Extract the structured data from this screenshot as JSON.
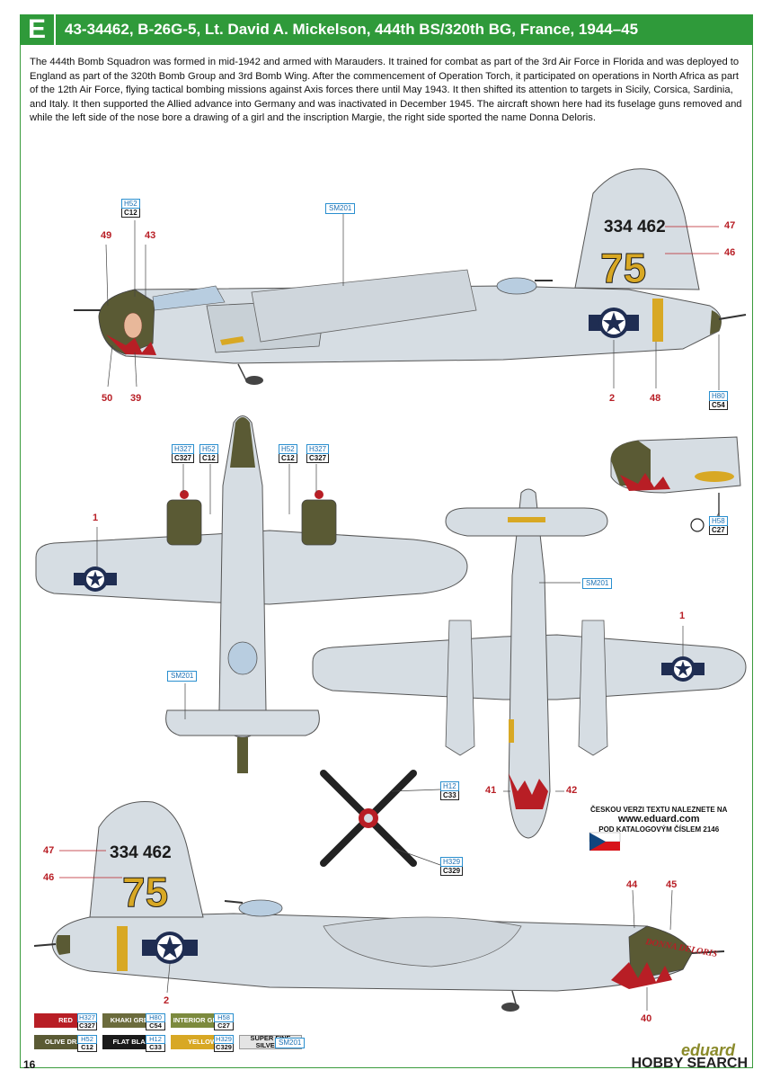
{
  "header": {
    "letter": "E",
    "title": "43-34462, B-26G-5, Lt. David A. Mickelson, 444th BS/320th BG, France, 1944–45"
  },
  "description": "The 444th Bomb Squadron was formed in mid-1942 and armed with Marauders. It trained for combat as part of the 3rd Air Force in Florida and was deployed to England as part of the 320th Bomb Group and 3rd Bomb Wing. After the commencement of Operation Torch, it participated on operations in North Africa as part of the 12th Air Force, flying tactical bombing missions against Axis forces there until May 1943. It then shifted its attention to targets in Sicily, Corsica, Sardinia, and Italy. It then supported the Allied advance into Germany and was inactivated in December 1945. The aircraft shown here had its fuselage guns removed and while the left side of the nose bore a drawing of a girl and the inscription Margie, the right side sported the name Donna Deloris.",
  "colors": {
    "header_green": "#2f9a3a",
    "aircraft_silver": "#d6dde3",
    "olive_drab": "#5a5a34",
    "yellow": "#d8a824",
    "red": "#b81e25",
    "insignia_blue": "#1f2d52"
  },
  "codes": {
    "c1": {
      "h": "H52",
      "c": "C12"
    },
    "c2": {
      "h": "H80",
      "c": "C54"
    },
    "c3": {
      "h": "H327",
      "c": "C327"
    },
    "c4": {
      "h": "H52",
      "c": "C12"
    },
    "c5": {
      "h": "H52",
      "c": "C12"
    },
    "c6": {
      "h": "H327",
      "c": "C327"
    },
    "c7": {
      "h": "H58",
      "c": "C27"
    },
    "c8": {
      "h": "H12",
      "c": "C33"
    },
    "c9": {
      "h": "H329",
      "c": "C329"
    },
    "sm": "SM201"
  },
  "callouts": {
    "n49": "49",
    "n43": "43",
    "n47": "47",
    "n46": "46",
    "n50": "50",
    "n39": "39",
    "n2": "2",
    "n48": "48",
    "n1a": "1",
    "n1b": "1",
    "n41": "41",
    "n42": "42",
    "n47b": "47",
    "n46b": "46",
    "n44": "44",
    "n45": "45",
    "n2b": "2",
    "n40": "40"
  },
  "aircraft_marks": {
    "serial": "334 462",
    "code": "75",
    "nose_name": "DONNA DELORIS"
  },
  "czech": {
    "line1": "ČESKOU VERZI TEXTU NALEZNETE NA",
    "url": "www.eduard.com",
    "line3": "POD KATALOGOVÝM ČÍSLEM 2146"
  },
  "legend": [
    {
      "name": "RED",
      "h": "H327",
      "c": "C327",
      "color": "#b81e25"
    },
    {
      "name": "KHAKI GREEN",
      "h": "H80",
      "c": "C54",
      "color": "#6b6b3c"
    },
    {
      "name": "INTERIOR GREEN",
      "h": "H58",
      "c": "C27",
      "color": "#7c8a3e"
    },
    {
      "name": "OLIVE DRAB",
      "h": "H52",
      "c": "C12",
      "color": "#5a5a34"
    },
    {
      "name": "FLAT BLACK",
      "h": "H12",
      "c": "C33",
      "color": "#1a1a1a"
    },
    {
      "name": "YELLOW",
      "h": "H329",
      "c": "C329",
      "color": "#d8a824"
    },
    {
      "name": "SUPER FINE SILVER 2",
      "h": "",
      "c": "",
      "sm": "SM201",
      "color": "#e4e4e4"
    }
  ],
  "page_number": "16",
  "brand": "eduard",
  "watermark": "HOBBY SEARCH"
}
